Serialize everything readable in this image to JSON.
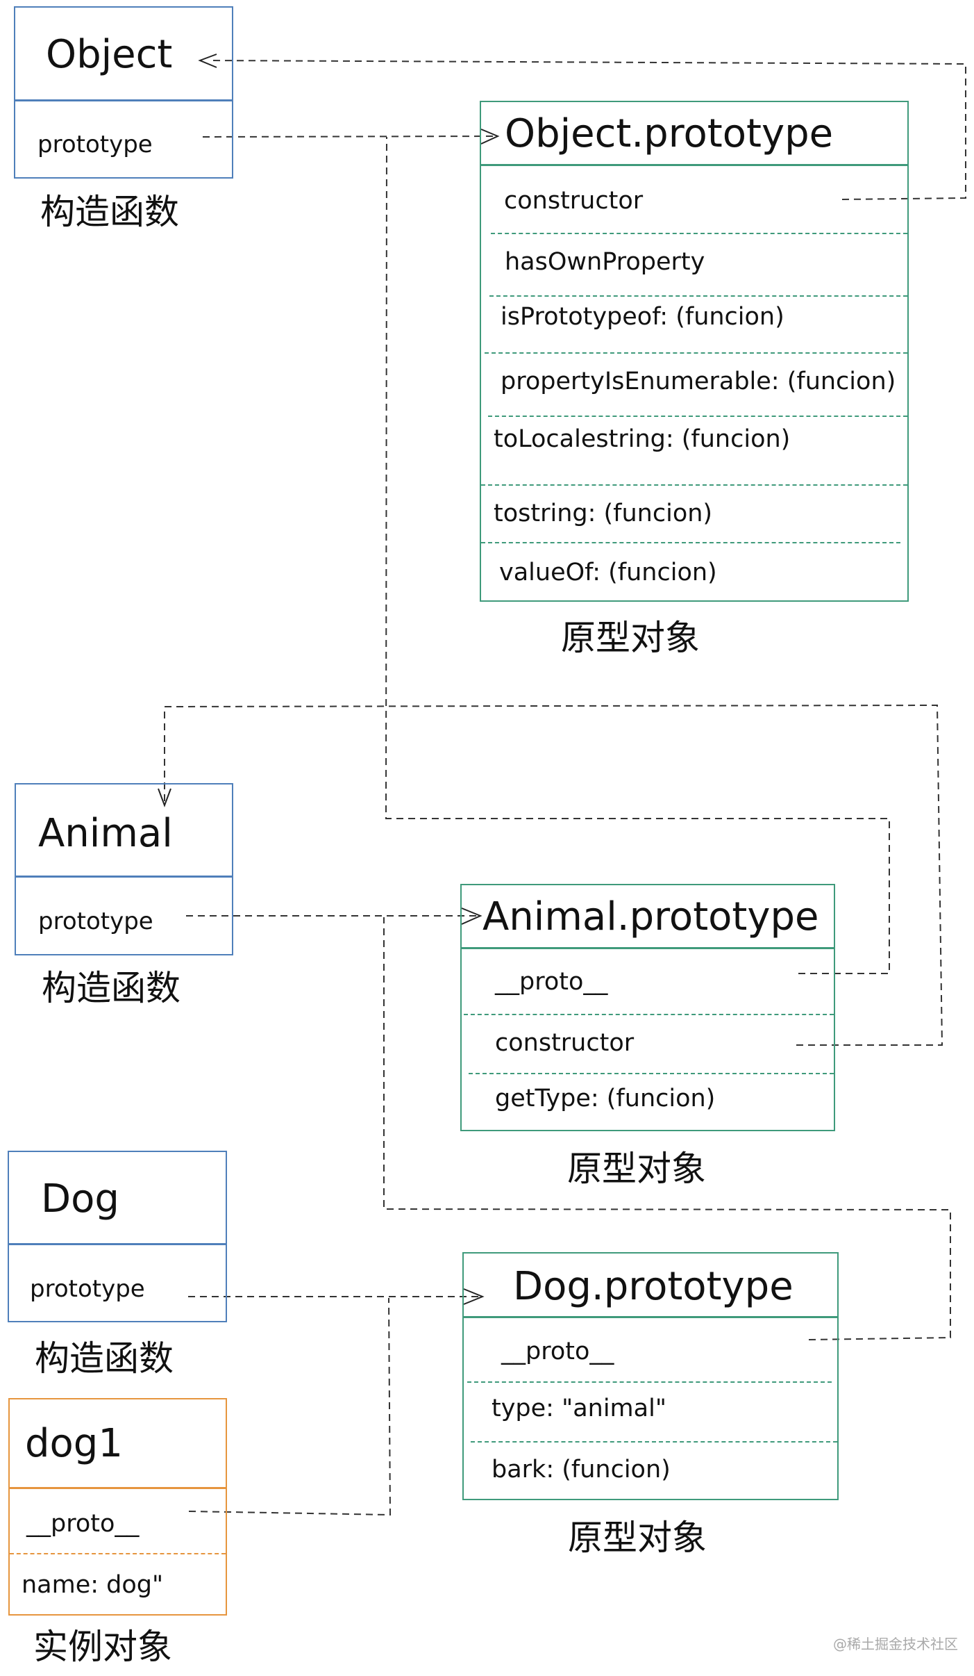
{
  "diagram": {
    "colors": {
      "constructor_border": "#4f7fba",
      "prototype_border": "#3f9a7b",
      "instance_border": "#e6953e",
      "link": "#333333"
    },
    "object_ctor": {
      "title": "Object",
      "fields": [
        "prototype"
      ],
      "caption": "构造函数"
    },
    "object_proto": {
      "title": "Object.prototype",
      "fields": [
        "constructor",
        "hasOwnProperty",
        "isPrototypeof: (funcion)",
        "propertyIsEnumerable: (funcion)",
        "toLocalestring: (funcion)",
        "tostring: (funcion)",
        "valueOf: (funcion)"
      ],
      "caption": "原型对象"
    },
    "animal_ctor": {
      "title": "Animal",
      "fields": [
        "prototype"
      ],
      "caption": "构造函数"
    },
    "animal_proto": {
      "title": "Animal.prototype",
      "fields": [
        "__proto__",
        "constructor",
        "getType: (funcion)"
      ],
      "caption": "原型对象"
    },
    "dog_ctor": {
      "title": "Dog",
      "fields": [
        "prototype"
      ],
      "caption": "构造函数"
    },
    "dog_proto": {
      "title": "Dog.prototype",
      "fields": [
        "__proto__",
        "type: \"animal\"",
        "bark: (funcion)"
      ],
      "caption": "原型对象"
    },
    "dog1_instance": {
      "title": "dog1",
      "fields": [
        "__proto__",
        "name: dog\""
      ],
      "caption": "实例对象"
    },
    "links": [
      {
        "from": "Object.prototype (field)",
        "to": "Object.prototype",
        "kind": "prototype"
      },
      {
        "from": "Object.prototype.constructor",
        "to": "Object",
        "kind": "constructor"
      },
      {
        "from": "Animal.prototype (field)",
        "to": "Animal.prototype",
        "kind": "prototype"
      },
      {
        "from": "Animal.prototype.constructor",
        "to": "Animal",
        "kind": "constructor"
      },
      {
        "from": "Animal.prototype.__proto__",
        "to": "Object.prototype",
        "kind": "__proto__"
      },
      {
        "from": "Dog.prototype (field)",
        "to": "Dog.prototype",
        "kind": "prototype"
      },
      {
        "from": "Dog.prototype.__proto__",
        "to": "Animal.prototype",
        "kind": "__proto__"
      },
      {
        "from": "dog1.__proto__",
        "to": "Dog.prototype",
        "kind": "__proto__"
      }
    ],
    "watermark": "@稀土掘金技术社区"
  }
}
